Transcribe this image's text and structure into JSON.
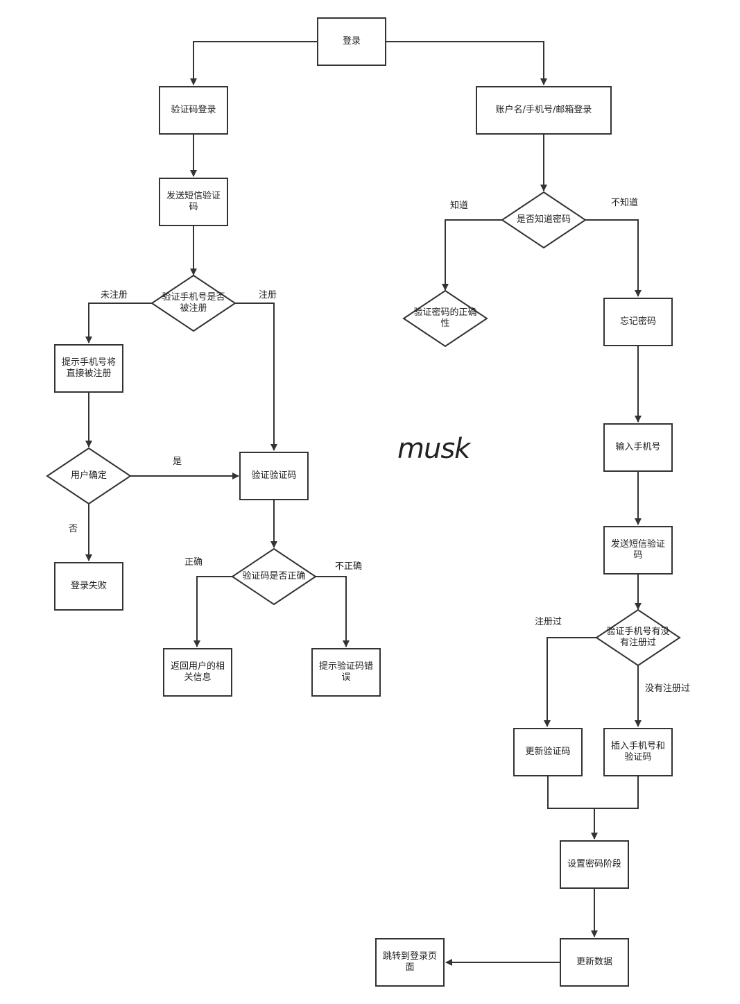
{
  "nodes": {
    "login": "登录",
    "code_login": "验证码登录",
    "account_login": "账户名/手机号/邮箱登录",
    "send_sms_left": "发送短信验证码",
    "check_registered": "验证手机号是否被注册",
    "prompt_auto_register": "提示手机号将直接被注册",
    "user_confirm": "用户确定",
    "verify_code": "验证验证码",
    "login_failed": "登录失败",
    "code_correct_check": "验证码是否正确",
    "return_user_info": "返回用户的相关信息",
    "prompt_code_error": "提示验证码错误",
    "know_password": "是否知道密码",
    "verify_password": "验证密码的正确性",
    "forgot_password": "忘记密码",
    "input_phone": "输入手机号",
    "send_sms_right": "发送短信验证码",
    "check_phone_registered": "验证手机号有没有注册过",
    "update_code": "更新验证码",
    "insert_phone_code": "插入手机号和验证码",
    "set_password": "设置密码阶段",
    "update_data": "更新数据",
    "goto_login_page": "跳转到登录页面"
  },
  "edge_labels": {
    "unregistered": "未注册",
    "registered": "注册",
    "yes": "是",
    "no": "否",
    "correct": "正确",
    "incorrect": "不正确",
    "know": "知道",
    "dont_know": "不知道",
    "has_registered": "注册过",
    "not_registered": "没有注册过"
  },
  "watermark": "musk"
}
